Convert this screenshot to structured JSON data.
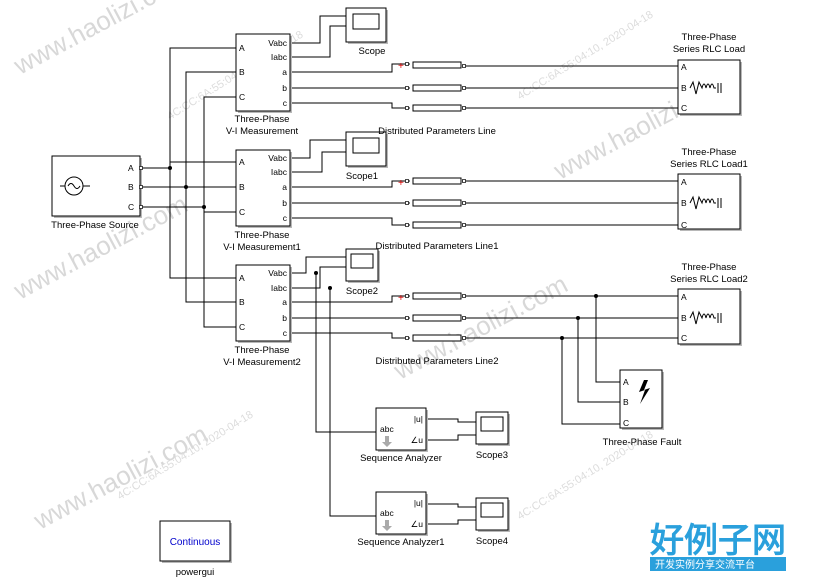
{
  "blocks": {
    "source": "Three-Phase Source",
    "vim0": [
      "Three-Phase",
      "V-I Measurement"
    ],
    "vim1": [
      "Three-Phase",
      "V-I Measurement1"
    ],
    "vim2": [
      "Three-Phase",
      "V-I Measurement2"
    ],
    "scope0": "Scope",
    "scope1": "Scope1",
    "scope2": "Scope2",
    "scope3": "Scope3",
    "scope4": "Scope4",
    "line0": "Distributed Parameters Line",
    "line1": "Distributed Parameters Line1",
    "line2": "Distributed Parameters Line2",
    "load0": [
      "Three-Phase",
      "Series RLC Load"
    ],
    "load1": [
      "Three-Phase",
      "Series RLC Load1"
    ],
    "load2": [
      "Three-Phase",
      "Series RLC Load2"
    ],
    "fault": "Three-Phase Fault",
    "seq0": "Sequence Analyzer",
    "seq1": "Sequence Analyzer1",
    "powergui_label": "powergui",
    "powergui_text": "Continuous"
  },
  "ports": {
    "phases_in": [
      "A",
      "B",
      "C"
    ],
    "phases_out": [
      "a",
      "b",
      "c"
    ],
    "vim_out": [
      "Vabc",
      "Iabc"
    ],
    "seq_in": "abc",
    "seq_out": [
      "|u|",
      "∠u"
    ]
  },
  "watermark": {
    "site": "www.haolizi.com",
    "stamp": "4C:CC:6A:55:04:10,  2020-04-18",
    "brand": "好例子网",
    "brand_sub": "开发实例分享交流平台"
  },
  "colors": {
    "wire": "#000000",
    "block": "#ffffff",
    "shadow": "#b8b8b8",
    "brand": "#2aa0dc"
  }
}
